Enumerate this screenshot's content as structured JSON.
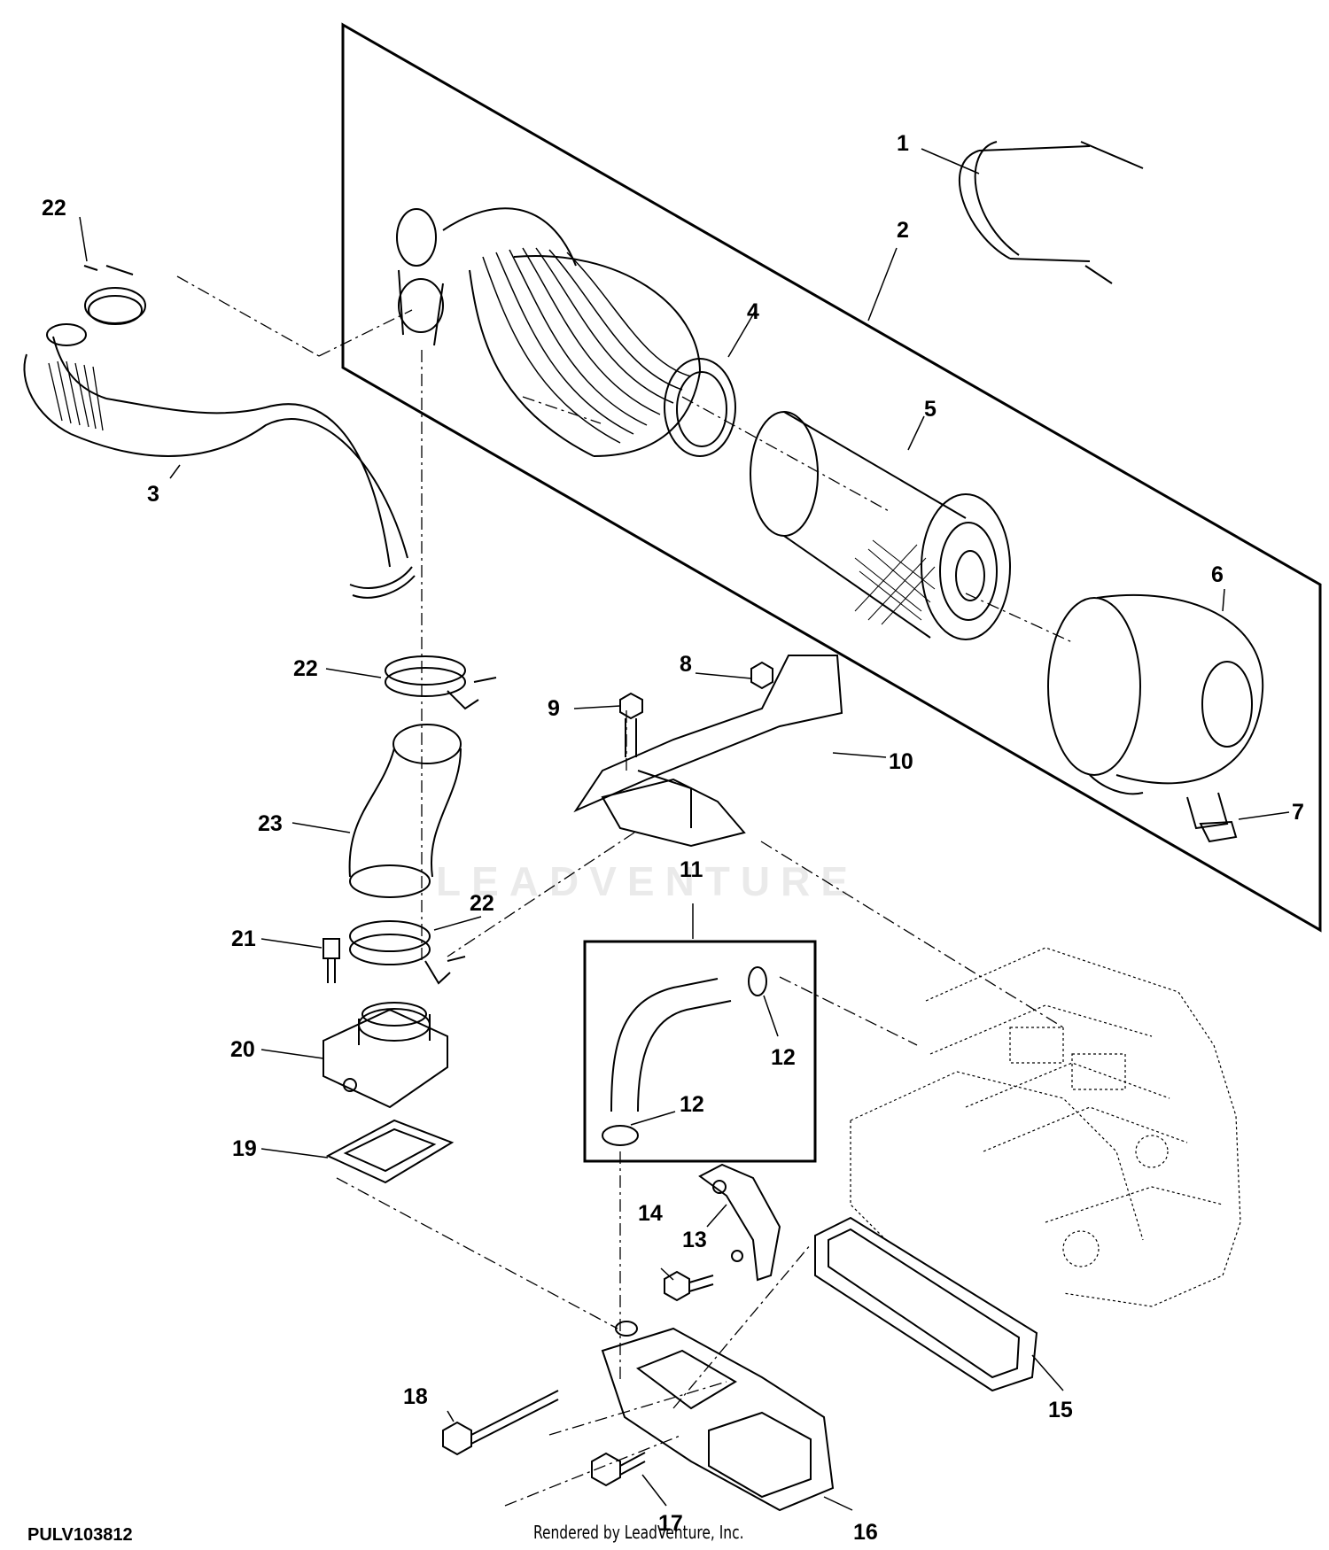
{
  "diagram": {
    "part_number_id": "PULV103812",
    "credit": "Rendered by LeadVenture, Inc.",
    "watermark": "LEADVENTURE",
    "callouts": {
      "c1": "1",
      "c2": "2",
      "c3": "3",
      "c4": "4",
      "c5": "5",
      "c6": "6",
      "c7": "7",
      "c8": "8",
      "c9": "9",
      "c10": "10",
      "c11": "11",
      "c12a": "12",
      "c12b": "12",
      "c13": "13",
      "c14": "14",
      "c15": "15",
      "c16": "16",
      "c17": "17",
      "c18": "18",
      "c19": "19",
      "c20": "20",
      "c21": "21",
      "c22a": "22",
      "c22b": "22",
      "c22c": "22",
      "c23": "23"
    }
  }
}
